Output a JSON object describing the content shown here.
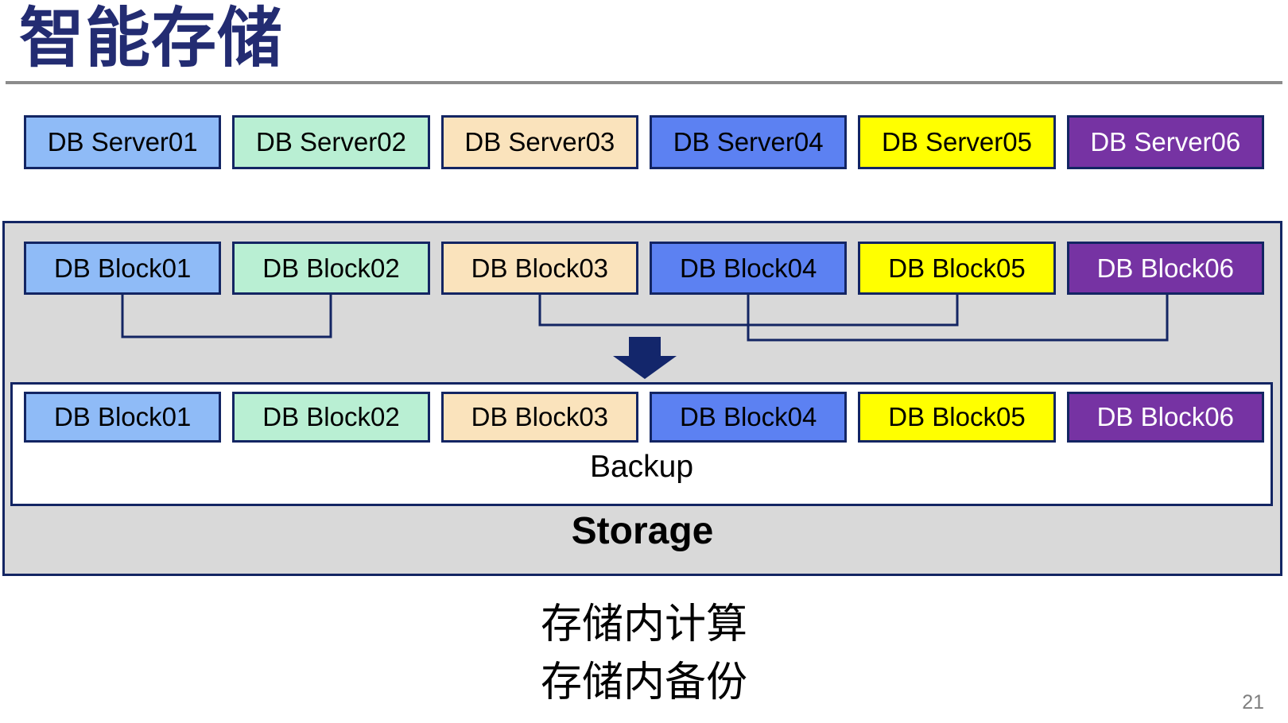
{
  "title": "智能存储",
  "page_number": "21",
  "caption": {
    "line1": "存储内计算",
    "line2": "存储内备份"
  },
  "server_row": [
    {
      "label": "DB Server01",
      "bg": "#8FBBF7",
      "fg": "#000000"
    },
    {
      "label": "DB Server02",
      "bg": "#B9EFD3",
      "fg": "#000000"
    },
    {
      "label": "DB Server03",
      "bg": "#FAE3BC",
      "fg": "#000000"
    },
    {
      "label": "DB Server04",
      "bg": "#5C81F2",
      "fg": "#000000"
    },
    {
      "label": "DB Server05",
      "bg": "#FFFF00",
      "fg": "#000000"
    },
    {
      "label": "DB Server06",
      "bg": "#7633A3",
      "fg": "#FFFFFF"
    }
  ],
  "storage_panel": {
    "label": "Storage",
    "block_row_source": [
      {
        "label": "DB Block01",
        "bg": "#8FBBF7",
        "fg": "#000000"
      },
      {
        "label": "DB Block02",
        "bg": "#B9EFD3",
        "fg": "#000000"
      },
      {
        "label": "DB Block03",
        "bg": "#FAE3BC",
        "fg": "#000000"
      },
      {
        "label": "DB Block04",
        "bg": "#5C81F2",
        "fg": "#000000"
      },
      {
        "label": "DB Block05",
        "bg": "#FFFF00",
        "fg": "#000000"
      },
      {
        "label": "DB Block06",
        "bg": "#7633A3",
        "fg": "#FFFFFF"
      }
    ],
    "backup_box": {
      "label": "Backup",
      "block_row_backup": [
        {
          "label": "DB Block01",
          "bg": "#8FBBF7",
          "fg": "#000000"
        },
        {
          "label": "DB Block02",
          "bg": "#B9EFD3",
          "fg": "#000000"
        },
        {
          "label": "DB Block03",
          "bg": "#FAE3BC",
          "fg": "#000000"
        },
        {
          "label": "DB Block04",
          "bg": "#5C81F2",
          "fg": "#000000"
        },
        {
          "label": "DB Block05",
          "bg": "#FFFF00",
          "fg": "#000000"
        },
        {
          "label": "DB Block06",
          "bg": "#7633A3",
          "fg": "#FFFFFF"
        }
      ]
    }
  },
  "connections": [
    {
      "from": "DB Block01",
      "to": "DB Block02"
    },
    {
      "from": "DB Block03",
      "to": "DB Block05"
    },
    {
      "from": "DB Block04",
      "to": "DB Block06"
    }
  ],
  "colors": {
    "title_navy": "#232C72",
    "box_border_navy": "#132563",
    "connector_navy": "#132563",
    "arrow_navy": "#13266B",
    "panel_gray": "#D9D9D9",
    "separator_gray": "#8C8C8C",
    "page_number_gray": "#7F7F7F"
  }
}
